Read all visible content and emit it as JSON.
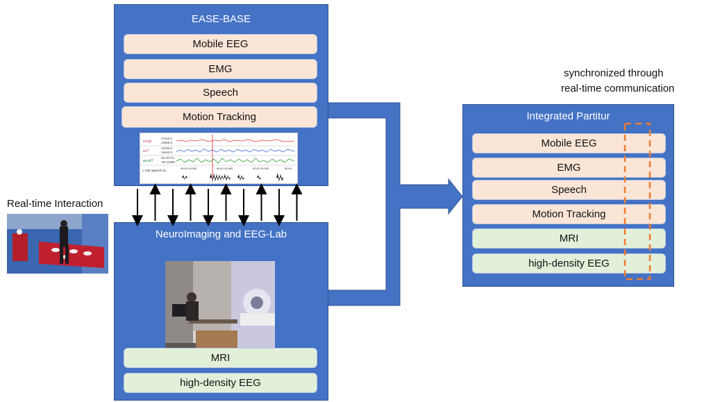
{
  "ease_base": {
    "title": "EASE-BASE",
    "items": [
      "Mobile EEG",
      "EMG",
      "Speech",
      "Motion Tracking"
    ],
    "signal_viewer": {
      "rows": [
        {
          "label": "emgF",
          "values": [
            "37110.0",
            "23508.0"
          ]
        },
        {
          "label": "eeT",
          "values": [
            "42458.0",
            "34642.0"
          ]
        },
        {
          "label": "accelT",
          "values": [
            "59.30772",
            "-59.11689"
          ]
        }
      ],
      "timeline": [
        "00:01:10.000",
        "00:01:15.000",
        "00:01:20.000",
        "00:01:"
      ],
      "track_label": "≡ 132 speech rec."
    }
  },
  "neuro": {
    "title": "NeuroImaging and EEG-Lab",
    "items": [
      "MRI",
      "high-density EEG"
    ]
  },
  "integrated": {
    "title": "Integrated Partitur",
    "items": [
      {
        "label": "Mobile EEG",
        "tone": "peach"
      },
      {
        "label": "EMG",
        "tone": "peach"
      },
      {
        "label": "Speech",
        "tone": "peach"
      },
      {
        "label": "Motion Tracking",
        "tone": "peach"
      },
      {
        "label": "MRI",
        "tone": "green"
      },
      {
        "label": "high-density EEG",
        "tone": "green"
      }
    ]
  },
  "labels": {
    "realtime_interaction": "Real-time Interaction",
    "sync_note_line1": "synchronized through",
    "sync_note_line2": "real-time communication"
  },
  "colors": {
    "panel": "#4472c4",
    "panel_border": "#2f528f",
    "peach": "#fbe5d6",
    "green": "#e2f0d9",
    "sync_dash": "#ed7d31"
  },
  "arrows": {
    "bidirectional_count": 10
  }
}
